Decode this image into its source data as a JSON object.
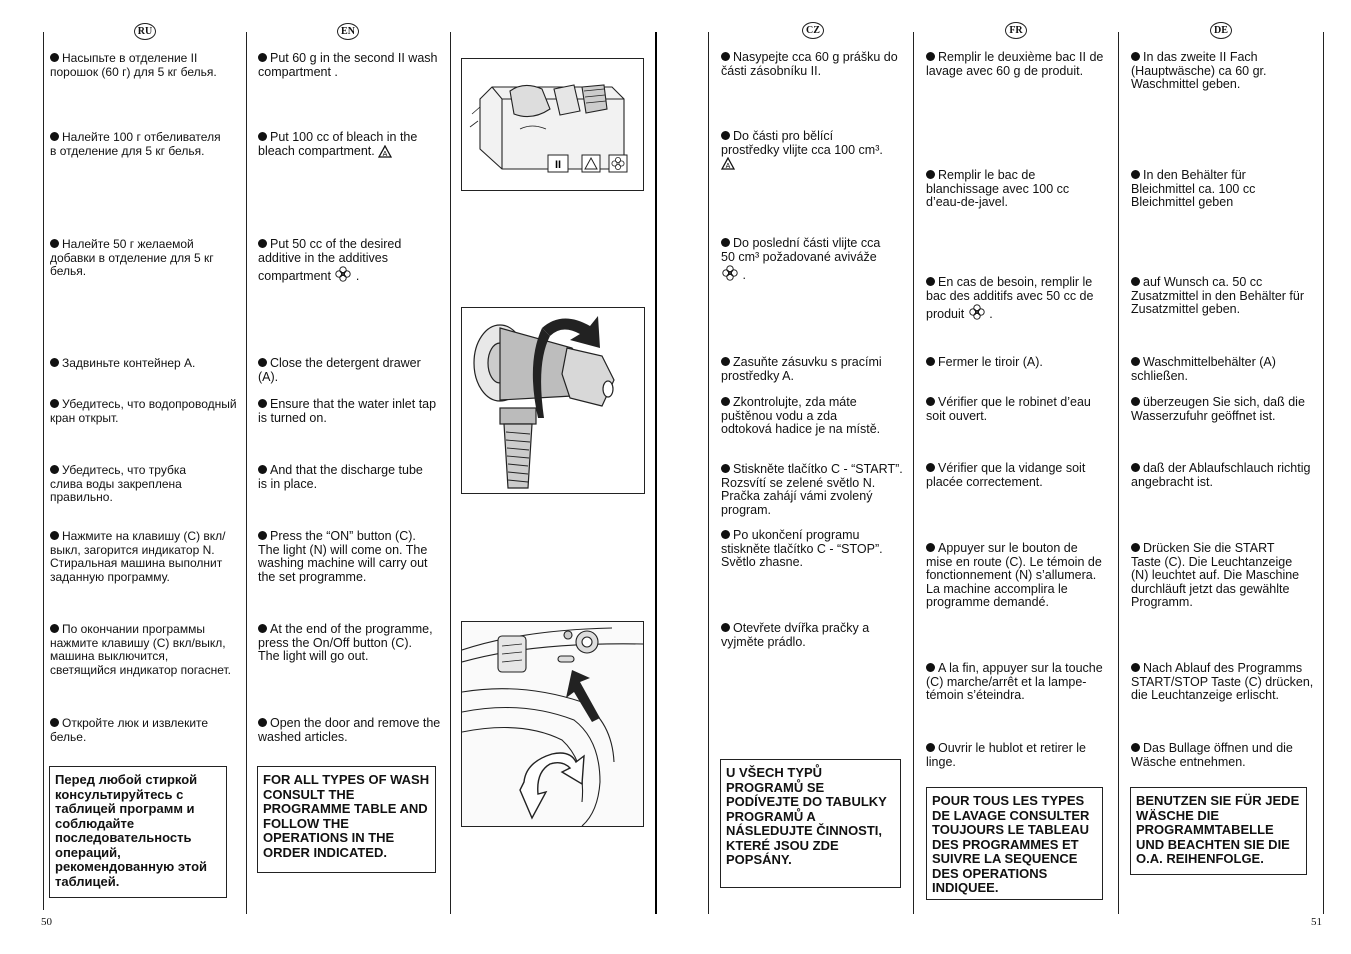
{
  "pages": {
    "left": "50",
    "right": "51"
  },
  "languages": {
    "ru": "RU",
    "en": "EN",
    "cz": "CZ",
    "fr": "FR",
    "de": "DE"
  },
  "ru": {
    "items": [
      "Насыпьте в отделение II порошок (60 г) для 5 кг белья.",
      "Налейте 100 г отбеливателя в отделение для 5 кг белья.",
      "Налейте 50 г желаемой добавки в отделение для 5 кг белья.",
      "Задвиньте контейнер А.",
      "Убедитесь, что водопроводный кран открыт.",
      "Убедитесь, что трубка слива воды закреплена правильно.",
      "Нажмите на клавишу (С) вкл/выкл, загорится индикатор N. Стиральная машина выполнит заданную программу.",
      "По окончании программы нажмите клавишу (С) вкл/выкл, машина выключится, светящийся индикатор погаснет.",
      "Откройте люк и извлеките белье."
    ],
    "note": "Перед любой стиркой консультируйтесь с таблицей программ и соблюдайте последовательность операций, рекомендованную этой таблицей."
  },
  "en": {
    "items": [
      "Put 60 g  in the second II wash compartment .",
      "Put 100 cc of bleach in the bleach compartment.",
      "Put 50 cc of the desired additive in the additives compartment",
      "Close the detergent drawer (A).",
      "Ensure that the water inlet tap is turned on.",
      "And that the discharge tube is in place.",
      "Press the “ON” button (C). The light (N) will come on. The washing machine will carry out the set programme.",
      "At the end of the programme, press the On/Off button (C). The light will go out.",
      "Open the door and remove the washed articles."
    ],
    "note": "FOR ALL TYPES OF WASH CONSULT THE PROGRAMME TABLE AND FOLLOW THE OPERATIONS IN THE ORDER INDICATED."
  },
  "cz": {
    "items": [
      "Nasypejte cca 60 g prášku do části zásobníku II.",
      "Do části pro bělící prostředky vlijte cca 100 cm³.",
      "Do poslední části vlijte cca 50 cm³ požadované aviváže",
      "Zasuňte zásuvku s pracími prostředky A.",
      "Zkontrolujte, zda máte puštěnou vodu a zda odtoková hadice je na místě.",
      "Stiskněte tlačítko C - “START”. Rozsvítí se zelené světlo N. Pračka zahájí vámi zvolený program.",
      "Po ukončení programu stiskněte tlačítko C - “STOP”. Světlo zhasne.",
      "Otevřete dvířka pračky a vyjměte prádlo."
    ],
    "note": "U VŠECH TYPŮ PROGRAMŮ SE PODÍVEJTE DO TABULKY PROGRAMŮ A NÁSLEDUJTE ČINNOSTI, KTERÉ JSOU ZDE POPSÁNY."
  },
  "fr": {
    "items": [
      "Remplir le deuxième bac II de lavage avec 60 g de produit.",
      "Remplir le bac de blanchissage avec 100 cc d’eau-de-javel.",
      "En cas de besoin, remplir le bac des additifs avec 50 cc de produit",
      "Fermer le tiroir (A).",
      "Vérifier que le robinet d’eau soit ouvert.",
      "Vérifier que la vidange soit placée correctement.",
      "Appuyer sur le bouton de mise en route (C). Le témoin de fonctionnement (N) s’allumera. La machine accomplira le programme demandé.",
      "A la fin, appuyer sur la touche (C) marche/arrêt et la lampe-témoin s’éteindra.",
      "Ouvrir le hublot et retirer le linge."
    ],
    "note": "POUR TOUS LES TYPES DE LAVAGE CONSULTER TOUJOURS LE TABLEAU DES PROGRAMMES ET SUIVRE LA SEQUENCE DES OPERATIONS INDIQUEE."
  },
  "de": {
    "items": [
      "In das zweite II Fach (Hauptwäsche) ca 60 gr. Waschmittel geben.",
      "In den Behälter für Bleichmittel ca. 100 cc Bleichmittel geben",
      "auf Wunsch ca. 50 cc Zusatzmittel in den Behälter für Zusatzmittel geben.",
      "Waschmittelbehälter (A) schließen.",
      "überzeugen Sie sich, daß die Wasserzufuhr geöffnet ist.",
      "daß der Ablaufschlauch richtig angebracht ist.",
      "Drücken Sie die START Taste (C). Die Leuchtanzeige (N) leuchtet auf. Die Maschine durchläuft jetzt das gewählte Programm.",
      "Nach Ablauf des Programms START/STOP Taste (C) drücken, die Leuchtanzeige erlischt.",
      "Das Bullage öffnen und die Wäsche entnehmen."
    ],
    "note": "BENUTZEN SIE FÜR JEDE WÄSCHE DIE PROGRAMMTABELLE UND BEACHTEN SIE DIE O.A. REIHENFOLGE."
  },
  "figures": {
    "drawer_label": "II"
  }
}
